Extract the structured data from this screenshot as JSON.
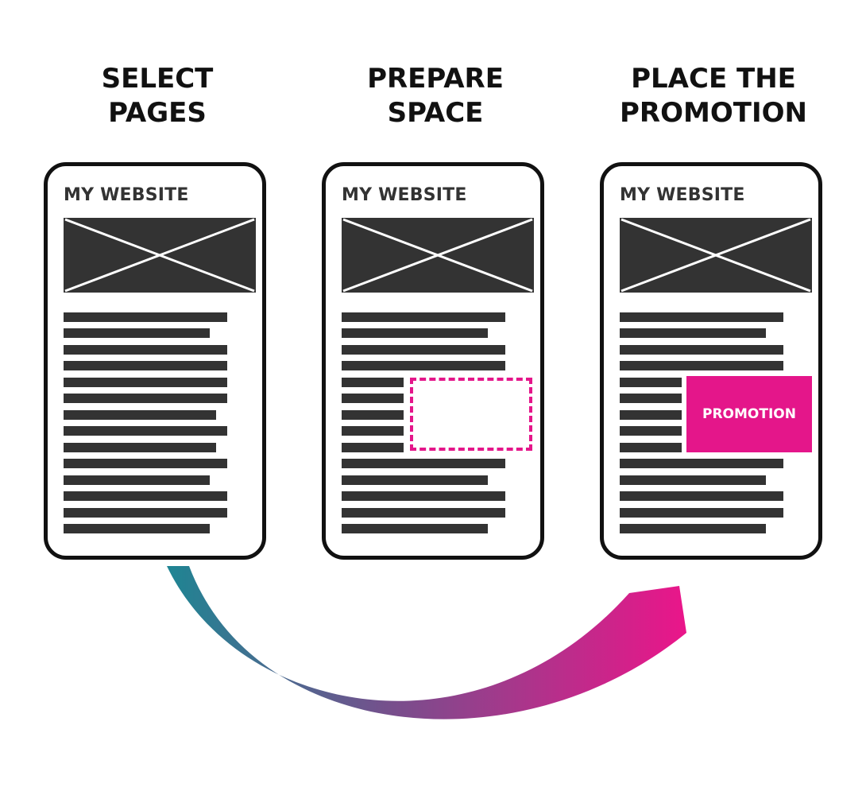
{
  "steps": [
    {
      "title_line1": "SELECT",
      "title_line2": "PAGES"
    },
    {
      "title_line1": "PREPARE",
      "title_line2": "SPACE"
    },
    {
      "title_line1": "PLACE THE",
      "title_line2": "PROMOTION"
    }
  ],
  "mockup": {
    "site_title": "MY WEBSITE"
  },
  "promotion": {
    "label": "PROMOTION"
  },
  "colors": {
    "dark": "#333333",
    "outline": "#111111",
    "accent": "#e4168a",
    "arrow_start": "#1e8593",
    "arrow_end": "#e9168a"
  }
}
